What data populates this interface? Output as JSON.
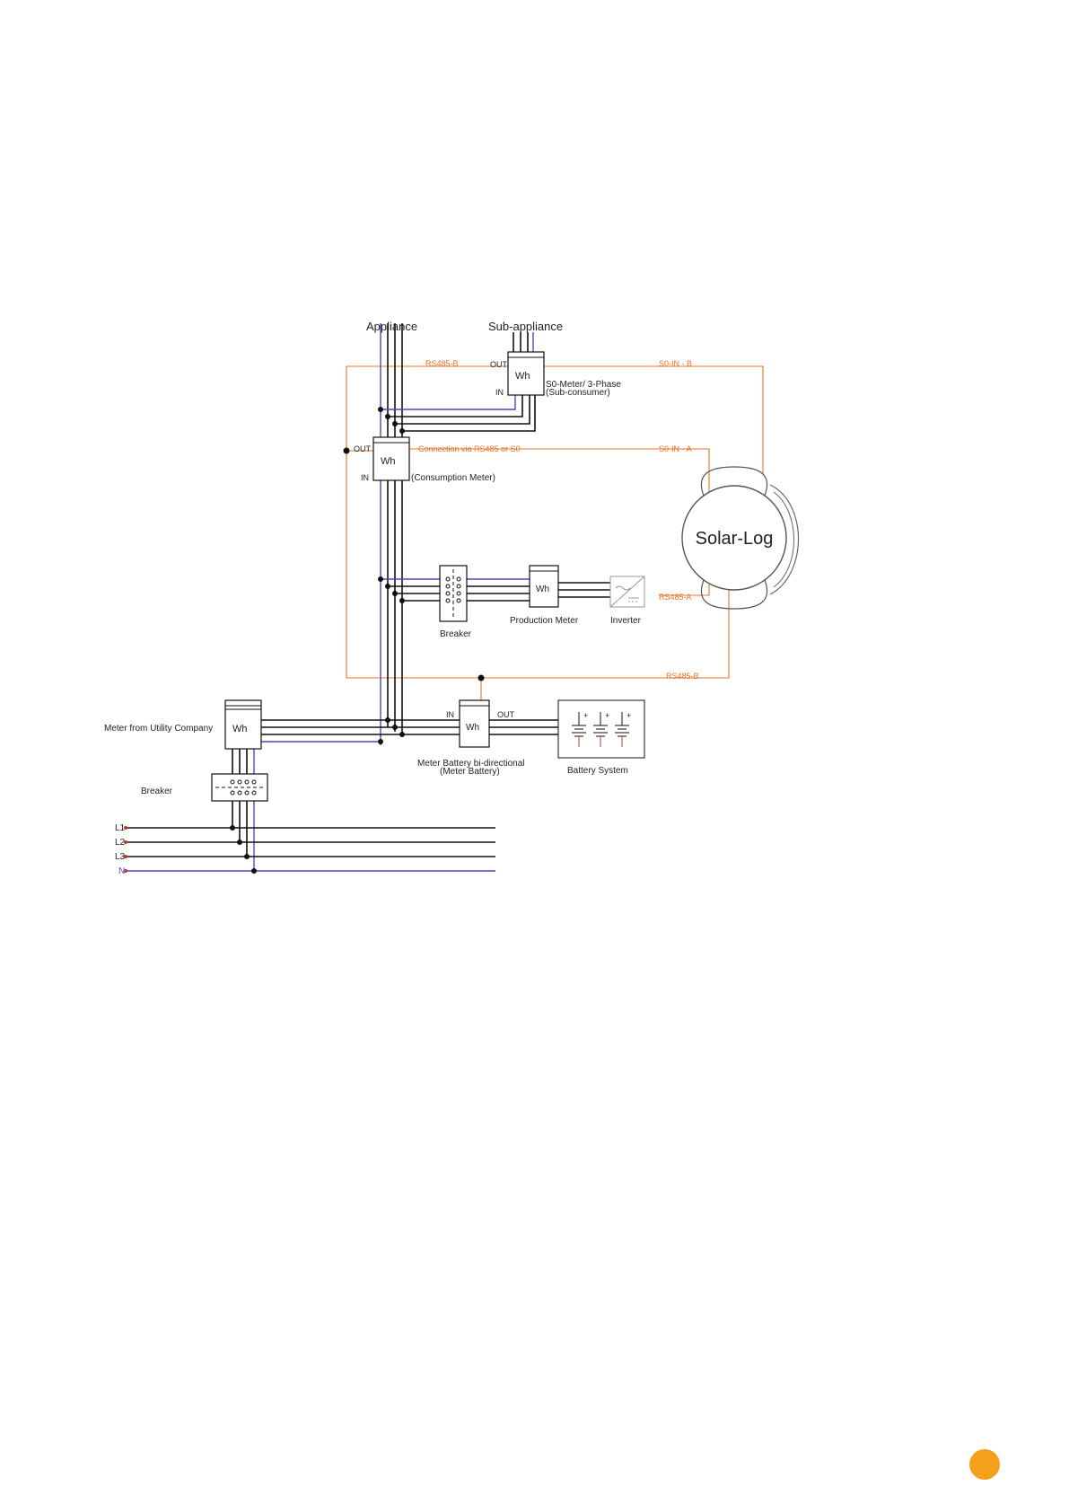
{
  "labels": {
    "appliance": "Appliance",
    "sub_appliance": "Sub-appliance",
    "out": "OUT",
    "in": "IN",
    "wh": "Wh",
    "rs485_b": "RS485-B",
    "s0_in_b": "S0-IN - B",
    "s0_in_a": "S0-IN - A",
    "rs485_a": "RS485-A",
    "connection": "Connection via RS485 or S0",
    "s0_meter": "S0-Meter/ 3-Phase",
    "sub_consumer": "(Sub-consumer)",
    "consumption_meter": "(Consumption Meter)",
    "solar_log": "Solar-Log",
    "breaker": "Breaker",
    "production_meter": "Production Meter",
    "inverter": "Inverter",
    "meter_utility": "Meter from Utility Company",
    "meter_battery_1": "Meter Battery bi-directional",
    "meter_battery_2": "(Meter Battery)",
    "battery_system": "Battery System",
    "l1": "L1",
    "l2": "L2",
    "l3": "L3",
    "n": "N"
  },
  "colors": {
    "bus_orange": "#e8742a",
    "neutral_blue": "#4a4ab8",
    "page_marker": "#f5a01a"
  }
}
